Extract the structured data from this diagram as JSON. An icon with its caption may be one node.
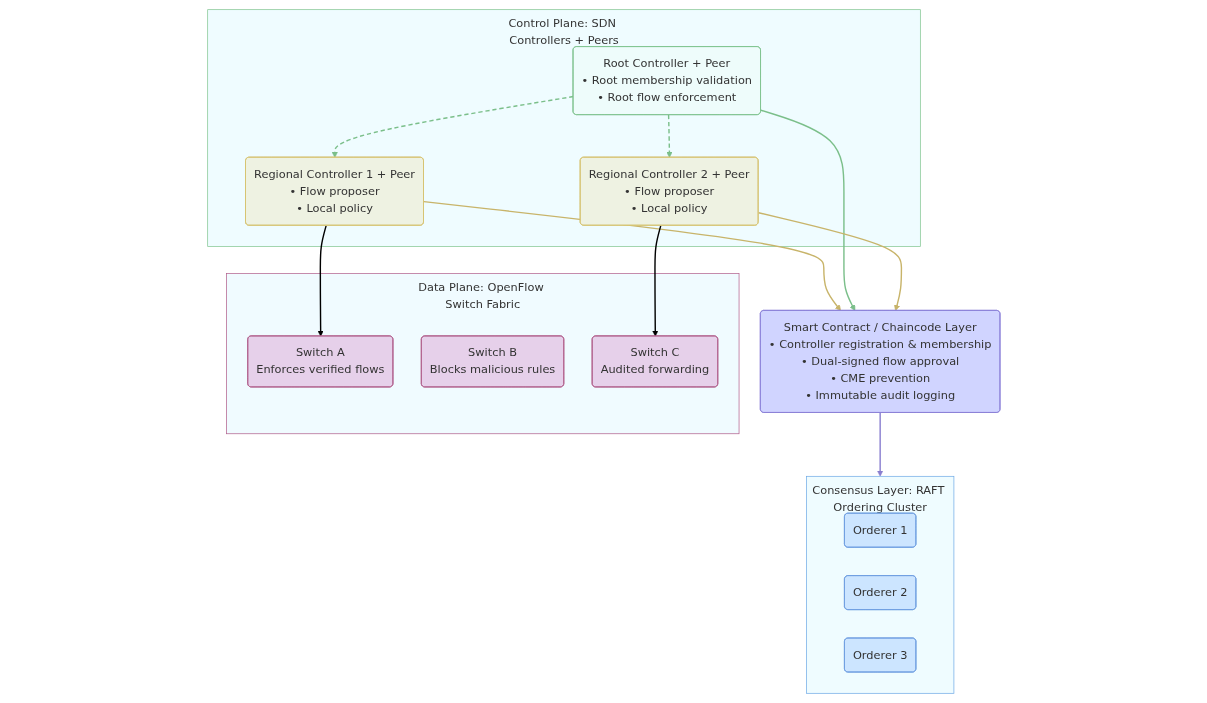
{
  "diagram": {
    "nodes": [
      {
        "text": [
          "Consensus Layer: RAFT Ordering Cluster"
        ]
      },
      {
        "text": [
          "Orderer 1"
        ],
        "in": 0
      },
      {
        "text": [
          "Orderer 2"
        ],
        "in": 0
      },
      {
        "text": [
          "Orderer 3"
        ],
        "in": 0
      },
      {
        "text": [
          "Smart Contract / Chaincode Layer",
          "• Controller registration & membership",
          "• Dual-signed flow approval",
          "• CME prevention",
          "• Immutable audit logging"
        ]
      },
      {
        "text": [
          "Control Plane: SDN Controllers + Peers"
        ]
      },
      {
        "text": [
          "Regional Controller 1 + Peer",
          "• Flow proposer",
          "• Local policy"
        ],
        "in": 5
      },
      {
        "text": [
          "Root Controller + Peer",
          "• Root membership validation",
          "• Root flow enforcement"
        ],
        "in": 5
      },
      {
        "text": [
          "Regional Controller 2 + Peer",
          "• Flow proposer",
          "• Local policy"
        ],
        "in": 5
      },
      {
        "text": [
          "Data Plane: OpenFlow Switch Fabric"
        ]
      },
      {
        "text": [
          "Switch A",
          "Enforces verified flows"
        ],
        "in": 9
      },
      {
        "text": [
          "Switch B",
          "Blocks malicious rules"
        ],
        "in": 9
      },
      {
        "text": [
          "Switch C",
          "Audited forwarding"
        ],
        "in": 9
      }
    ],
    "edges": [
      {
        "from": 4,
        "to": 0,
        "arrow": "to",
        "color": "#8a7fd0"
      },
      {
        "from": 6,
        "to": 4,
        "arrow": "to",
        "color": "#c8b46a"
      },
      {
        "from": 7,
        "to": 4,
        "arrow": "to",
        "color": "#7bbf8a"
      },
      {
        "from": 8,
        "to": 4,
        "arrow": "to",
        "color": "#c8b46a"
      },
      {
        "from": 7,
        "to": 6,
        "arrow": "to",
        "style": "dashed",
        "color": "#7bbf8a"
      },
      {
        "from": 7,
        "to": 8,
        "arrow": "to",
        "style": "dashed",
        "color": "#7bbf8a"
      },
      {
        "from": 6,
        "to": 10,
        "arrow": "to",
        "color": "#000000"
      },
      {
        "from": 8,
        "to": 12,
        "arrow": "to",
        "color": "#000000"
      }
    ]
  }
}
